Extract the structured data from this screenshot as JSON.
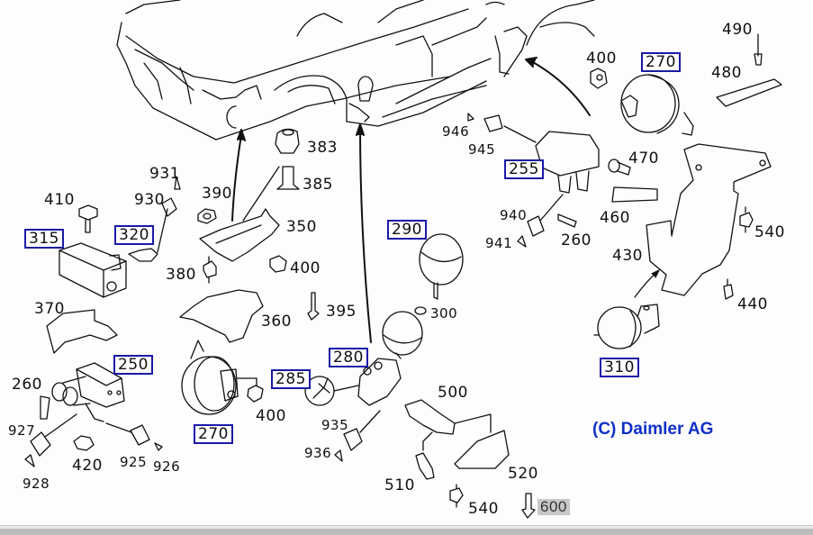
{
  "diagram": {
    "title": "Mercedes-Benz hydraulic suspension / ABC components exploded view",
    "copyright": "(C) Daimler AG",
    "selected_callout": "600",
    "callouts": [
      {
        "id": "c315",
        "text": "315",
        "boxed": true
      },
      {
        "id": "c320",
        "text": "320",
        "boxed": true
      },
      {
        "id": "c250",
        "text": "250",
        "boxed": true
      },
      {
        "id": "c270a",
        "text": "270",
        "boxed": true
      },
      {
        "id": "c285",
        "text": "285",
        "boxed": true
      },
      {
        "id": "c280",
        "text": "280",
        "boxed": true
      },
      {
        "id": "c290",
        "text": "290",
        "boxed": true
      },
      {
        "id": "c255",
        "text": "255",
        "boxed": true
      },
      {
        "id": "c270b",
        "text": "270",
        "boxed": true
      },
      {
        "id": "c310",
        "text": "310",
        "boxed": true
      },
      {
        "id": "c410",
        "text": "410",
        "boxed": false
      },
      {
        "id": "c931",
        "text": "931",
        "boxed": false
      },
      {
        "id": "c930",
        "text": "930",
        "boxed": false
      },
      {
        "id": "c390",
        "text": "390",
        "boxed": false
      },
      {
        "id": "c383",
        "text": "383",
        "boxed": false
      },
      {
        "id": "c385",
        "text": "385",
        "boxed": false
      },
      {
        "id": "c350",
        "text": "350",
        "boxed": false
      },
      {
        "id": "c380",
        "text": "380",
        "boxed": false
      },
      {
        "id": "c400a",
        "text": "400",
        "boxed": false
      },
      {
        "id": "c370",
        "text": "370",
        "boxed": false
      },
      {
        "id": "c395",
        "text": "395",
        "boxed": false
      },
      {
        "id": "c360",
        "text": "360",
        "boxed": false
      },
      {
        "id": "c260a",
        "text": "260",
        "boxed": false
      },
      {
        "id": "c927",
        "text": "927",
        "boxed": false
      },
      {
        "id": "c420",
        "text": "420",
        "boxed": false
      },
      {
        "id": "c925",
        "text": "925",
        "boxed": false
      },
      {
        "id": "c926",
        "text": "926",
        "boxed": false
      },
      {
        "id": "c928",
        "text": "928",
        "boxed": false
      },
      {
        "id": "c400b",
        "text": "400",
        "boxed": false
      },
      {
        "id": "c935",
        "text": "935",
        "boxed": false
      },
      {
        "id": "c936",
        "text": "936",
        "boxed": false
      },
      {
        "id": "c300",
        "text": "300",
        "boxed": false
      },
      {
        "id": "c500",
        "text": "500",
        "boxed": false
      },
      {
        "id": "c510",
        "text": "510",
        "boxed": false
      },
      {
        "id": "c520",
        "text": "520",
        "boxed": false
      },
      {
        "id": "c540a",
        "text": "540",
        "boxed": false
      },
      {
        "id": "c600",
        "text": "600",
        "boxed": false
      },
      {
        "id": "c946",
        "text": "946",
        "boxed": false
      },
      {
        "id": "c945",
        "text": "945",
        "boxed": false
      },
      {
        "id": "c940",
        "text": "940",
        "boxed": false
      },
      {
        "id": "c941",
        "text": "941",
        "boxed": false
      },
      {
        "id": "c260b",
        "text": "260",
        "boxed": false
      },
      {
        "id": "c400c",
        "text": "400",
        "boxed": false
      },
      {
        "id": "c470",
        "text": "470",
        "boxed": false
      },
      {
        "id": "c460",
        "text": "460",
        "boxed": false
      },
      {
        "id": "c430",
        "text": "430",
        "boxed": false
      },
      {
        "id": "c490",
        "text": "490",
        "boxed": false
      },
      {
        "id": "c480",
        "text": "480",
        "boxed": false
      },
      {
        "id": "c540b",
        "text": "540",
        "boxed": false
      },
      {
        "id": "c440",
        "text": "440",
        "boxed": false
      }
    ]
  }
}
